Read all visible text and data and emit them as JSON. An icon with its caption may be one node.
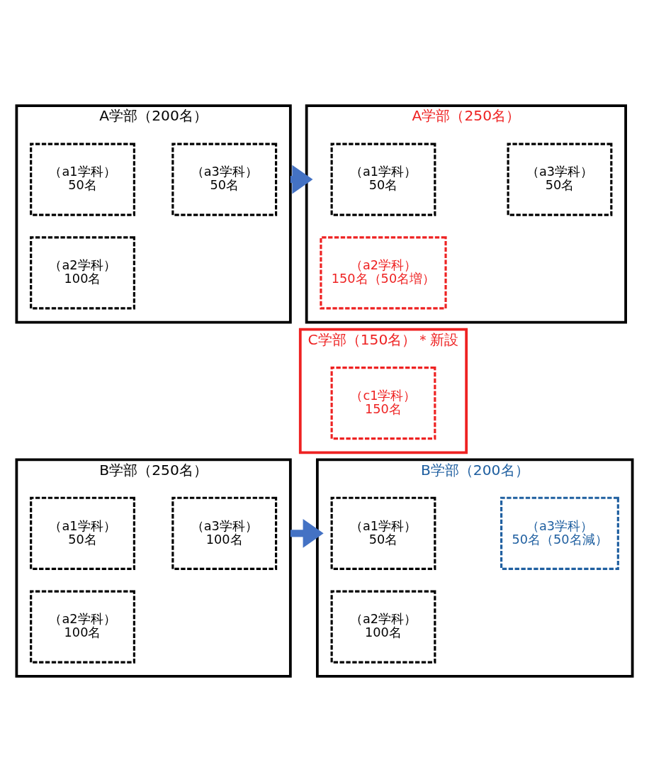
{
  "diagram": {
    "nodes": [
      {
        "text": [
          "A学部（200名）"
        ]
      },
      {
        "text": [
          "（a1学科）",
          "50名"
        ],
        "in": 0
      },
      {
        "text": [
          "（a3学科）",
          "50名"
        ],
        "in": 0
      },
      {
        "text": [
          "（a2学科）",
          "100名"
        ],
        "in": 0
      },
      {
        "text": [
          "A学部（250名）"
        ]
      },
      {
        "text": [
          "（a1学科）",
          "50名"
        ],
        "in": 4
      },
      {
        "text": [
          "（a3学科）",
          "50名"
        ],
        "in": 4
      },
      {
        "text": [
          "（a2学科）",
          "150名（50名増）"
        ],
        "in": 4
      },
      {
        "text": [
          "B学部（250名）"
        ]
      },
      {
        "text": [
          "（a1学科）",
          "50名"
        ],
        "in": 8
      },
      {
        "text": [
          "（a3学科）",
          "100名"
        ],
        "in": 8
      },
      {
        "text": [
          "（a2学科）",
          "100名"
        ],
        "in": 8
      },
      {
        "text": [
          "B学部（200名）"
        ]
      },
      {
        "text": [
          "（a1学科）",
          "50名"
        ],
        "in": 12
      },
      {
        "text": [
          "（a3学科）",
          "50名（50名減）"
        ],
        "in": 12
      },
      {
        "text": [
          "（a2学科）",
          "100名"
        ],
        "in": 12
      },
      {
        "text": [
          "C学部（150名）＊新設"
        ]
      },
      {
        "text": [
          "（c1学科）",
          "150名"
        ],
        "in": 16
      }
    ],
    "edges": [
      {
        "from": 0,
        "to": 4,
        "arrow": "to"
      },
      {
        "from": 8,
        "to": 12,
        "arrow": "to"
      }
    ]
  }
}
